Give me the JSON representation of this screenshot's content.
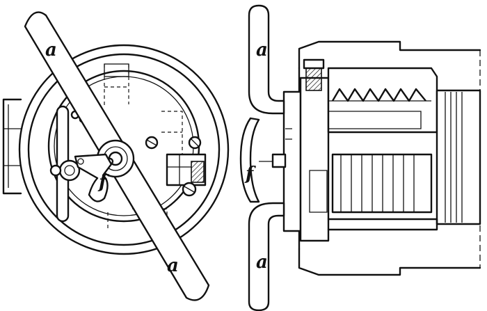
{
  "figure": {
    "left_view": {
      "labels": {
        "handle_top": "a",
        "handle_bottom": "a",
        "lever": "f"
      }
    },
    "right_view": {
      "labels": {
        "handle_top": "a",
        "handle_bottom": "a",
        "lever": "f"
      }
    }
  }
}
